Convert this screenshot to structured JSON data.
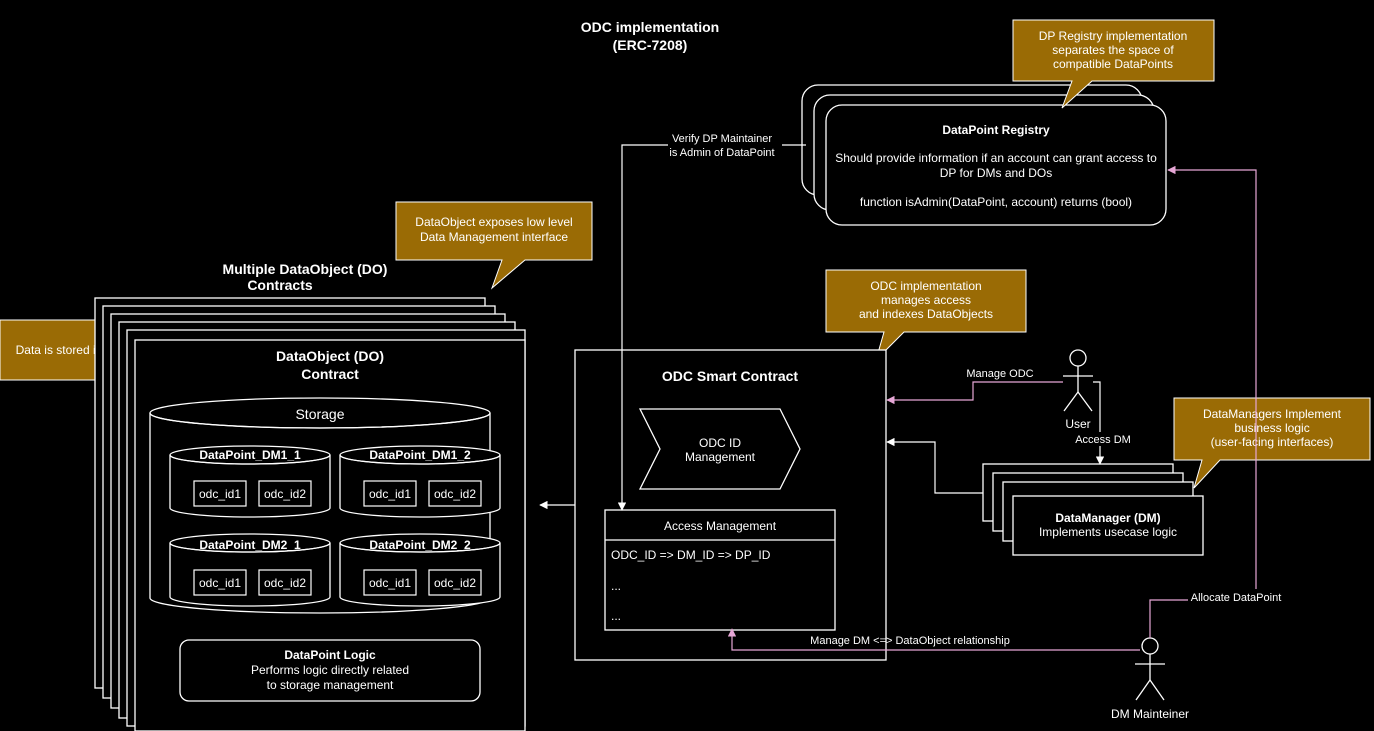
{
  "title": {
    "line1": "ODC implementation",
    "line2": "(ERC-7208)"
  },
  "callouts": {
    "registry": [
      "DP Registry implementation",
      "separates the space of",
      "compatible DataPoints"
    ],
    "dataobject": [
      "DataObject exposes low level",
      "Data Management interface"
    ],
    "odc": [
      "ODC implementation",
      "manages access",
      "and indexes DataObjects"
    ],
    "datapoints": [
      "Data is stored in DataPoints"
    ],
    "datamanagers": [
      "DataManagers Implement",
      "business logic",
      "(user-facing interfaces)"
    ]
  },
  "registry": {
    "title": "DataPoint Registry",
    "desc1": "Should provide information if an account can grant access to",
    "desc2": "DP for DMs and DOs",
    "func": "function isAdmin(DataPoint, account) returns (bool)"
  },
  "multi_do": {
    "line1": "Multiple DataObject (DO)",
    "line2": "Contracts"
  },
  "dataobject": {
    "title1": "DataObject (DO)",
    "title2": "Contract",
    "storage": "Storage",
    "datapoints": [
      {
        "name": "DataPoint_DM1_1",
        "ids": [
          "odc_id1",
          "odc_id2"
        ]
      },
      {
        "name": "DataPoint_DM1_2",
        "ids": [
          "odc_id1",
          "odc_id2"
        ]
      },
      {
        "name": "DataPoint_DM2_1",
        "ids": [
          "odc_id1",
          "odc_id2"
        ]
      },
      {
        "name": "DataPoint_DM2_2",
        "ids": [
          "odc_id1",
          "odc_id2"
        ]
      }
    ],
    "logic_title": "DataPoint Logic",
    "logic1": "Performs logic directly related",
    "logic2": "to storage management"
  },
  "odc": {
    "title": "ODC Smart Contract",
    "idmgmt1": "ODC ID",
    "idmgmt2": "Management",
    "access_title": "Access Management",
    "access_row1": "ODC_ID => DM_ID => DP_ID",
    "access_row2": "...",
    "access_row3": "..."
  },
  "datamanager": {
    "title": "DataManager (DM)",
    "desc": "Implements usecase logic"
  },
  "actors": {
    "user": "User",
    "maintainer": "DM Mainteiner"
  },
  "edges": {
    "verify1": "Verify DP Maintainer",
    "verify2": "is Admin of DataPoint",
    "manage_odc": "Manage ODC",
    "access_dm": "Access DM",
    "allocate": "Allocate DataPoint",
    "manage_dm": "Manage DM <=> DataObject relationship"
  },
  "colors": {
    "background": "#000000",
    "stroke": "#ffffff",
    "callout": "#9a6b05",
    "pink_arrow": "#e7a7d6"
  }
}
